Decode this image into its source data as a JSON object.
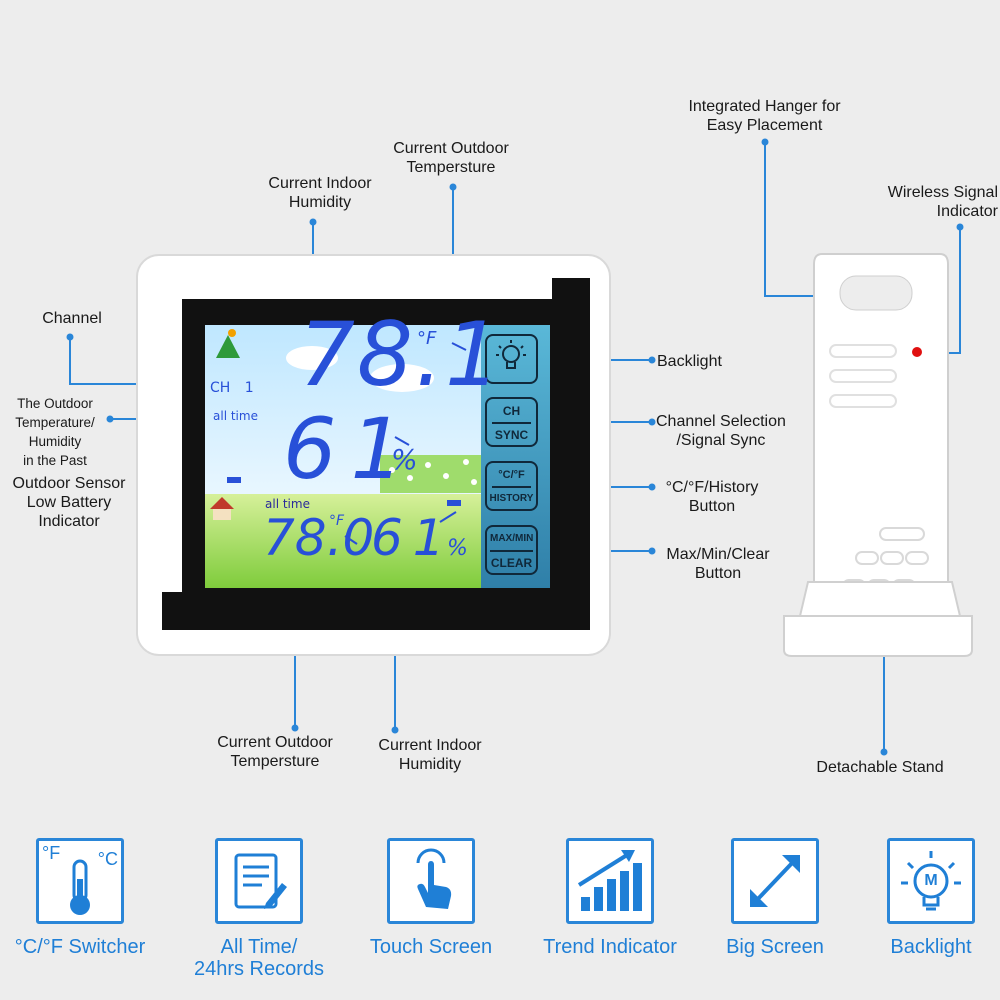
{
  "callouts": {
    "indoor_humidity_top": [
      "Current Indoor",
      "Humidity"
    ],
    "outdoor_temp_top": [
      "Current Outdoor",
      "Tempersture"
    ],
    "hanger": [
      "Integrated Hanger for",
      "Easy Placement"
    ],
    "wireless": [
      "Wireless Signal",
      "Indicator"
    ],
    "channel": "Channel",
    "past": [
      "The Outdoor",
      "Temperature/",
      "Humidity",
      "in the Past"
    ],
    "low_battery": [
      "Outdoor Sensor",
      "Low Battery",
      "Indicator"
    ],
    "backlight": "Backlight",
    "channel_sync": [
      "Channel Selection",
      "/Signal Sync"
    ],
    "history": [
      "°C/°F/History",
      "Button"
    ],
    "maxmin": [
      "Max/Min/Clear",
      "Button"
    ],
    "outdoor_temp_bottom": [
      "Current Outdoor",
      "Tempersture"
    ],
    "indoor_humidity_bottom": [
      "Current Indoor",
      "Humidity"
    ],
    "stand": "Detachable Stand"
  },
  "screen": {
    "top_temp": "78.1",
    "top_unit": "°F",
    "ch_label": "CH",
    "ch_value": "1",
    "all_time_top": "all time",
    "top_humidity": "61",
    "percent": "%",
    "all_time_bottom": "all time",
    "bottom_temp": "78.0",
    "bottom_unit": "°F",
    "bottom_humidity": "61",
    "bottom_percent": "%"
  },
  "buttons": {
    "ch": "CH",
    "sync": "SYNC",
    "cf": "°C/°F",
    "history": "HISTORY",
    "maxmin": "MAX/MIN",
    "clear": "CLEAR"
  },
  "features": [
    {
      "icon": "thermometer-icon",
      "label": "°C/°F Switcher",
      "units": [
        "°F",
        "°C"
      ]
    },
    {
      "icon": "records-icon",
      "label": [
        "All Time/",
        "24hrs Records"
      ]
    },
    {
      "icon": "touch-icon",
      "label": "Touch Screen"
    },
    {
      "icon": "trend-icon",
      "label": "Trend Indicator"
    },
    {
      "icon": "expand-icon",
      "label": "Big Screen"
    },
    {
      "icon": "bulb-icon",
      "label": "Backlight",
      "bulb_letter": "M"
    }
  ],
  "colors": {
    "accent": "#1f7fd6",
    "lcd_digits": "#2850d8",
    "leader_lines": "#2a86d8",
    "sensor_led": "#e01010"
  }
}
